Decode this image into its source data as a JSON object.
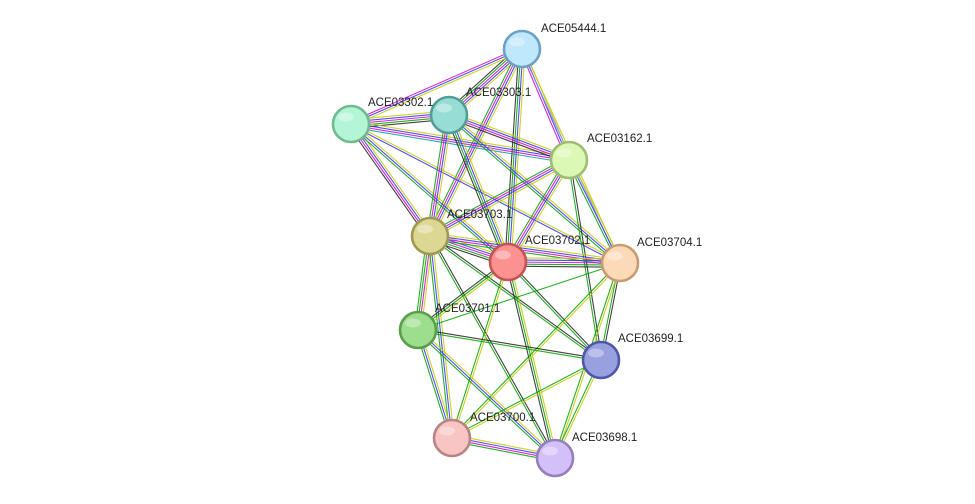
{
  "network": {
    "nodes": [
      {
        "id": "ACE05444.1",
        "label": "ACE05444.1",
        "fill": "#bfe8fb",
        "stroke": "#6e9fc4"
      },
      {
        "id": "ACE03302.1",
        "label": "ACE03302.1",
        "fill": "#b3f5d4",
        "stroke": "#6fba91"
      },
      {
        "id": "ACE03303.1",
        "label": "ACE03303.1",
        "fill": "#98ddd5",
        "stroke": "#4f9f97"
      },
      {
        "id": "ACE03162.1",
        "label": "ACE03162.1",
        "fill": "#dcf8b5",
        "stroke": "#9ebd72"
      },
      {
        "id": "ACE03703.1",
        "label": "ACE03703.1",
        "fill": "#dcd894",
        "stroke": "#9e9a52"
      },
      {
        "id": "ACE03702.1",
        "label": "ACE03702.1",
        "fill": "#fc9191",
        "stroke": "#c45353"
      },
      {
        "id": "ACE03704.1",
        "label": "ACE03704.1",
        "fill": "#fcdab8",
        "stroke": "#c79c72"
      },
      {
        "id": "ACE03701.1",
        "label": "ACE03701.1",
        "fill": "#9cde8e",
        "stroke": "#5a9e4c"
      },
      {
        "id": "ACE03699.1",
        "label": "ACE03699.1",
        "fill": "#98a0e0",
        "stroke": "#4f58a8"
      },
      {
        "id": "ACE03700.1",
        "label": "ACE03700.1",
        "fill": "#f8c4c4",
        "stroke": "#b98484"
      },
      {
        "id": "ACE03698.1",
        "label": "ACE03698.1",
        "fill": "#d4c0f8",
        "stroke": "#937fbd"
      }
    ],
    "edges": [
      {
        "source": "ACE05444.1",
        "target": "ACE03303.1",
        "colors": [
          "#c8c800",
          "#3030ff",
          "#d000d0",
          "#00a000",
          "#202020"
        ]
      },
      {
        "source": "ACE05444.1",
        "target": "ACE03302.1",
        "colors": [
          "#c8c800",
          "#3030ff",
          "#d000d0"
        ]
      },
      {
        "source": "ACE05444.1",
        "target": "ACE03703.1",
        "colors": [
          "#c8c800",
          "#3030ff",
          "#d000d0",
          "#00a000"
        ]
      },
      {
        "source": "ACE05444.1",
        "target": "ACE03702.1",
        "colors": [
          "#c8c800",
          "#3030ff",
          "#00a000",
          "#202020"
        ]
      },
      {
        "source": "ACE05444.1",
        "target": "ACE03162.1",
        "colors": [
          "#c8c800",
          "#3030ff",
          "#d000d0"
        ]
      },
      {
        "source": "ACE05444.1",
        "target": "ACE03704.1",
        "colors": [
          "#c8c800",
          "#8090ff"
        ]
      },
      {
        "source": "ACE03302.1",
        "target": "ACE03303.1",
        "colors": [
          "#c8c800",
          "#3030ff",
          "#d000d0",
          "#00a000",
          "#202020"
        ]
      },
      {
        "source": "ACE03302.1",
        "target": "ACE03162.1",
        "colors": [
          "#c8c800",
          "#3030ff",
          "#d000d0",
          "#00a0a0"
        ]
      },
      {
        "source": "ACE03302.1",
        "target": "ACE03703.1",
        "colors": [
          "#c8c800",
          "#3030ff",
          "#d000d0",
          "#202020"
        ]
      },
      {
        "source": "ACE03302.1",
        "target": "ACE03702.1",
        "colors": [
          "#c8c800",
          "#3030ff",
          "#00a000"
        ]
      },
      {
        "source": "ACE03302.1",
        "target": "ACE03704.1",
        "colors": [
          "#c8c800",
          "#3030ff"
        ]
      },
      {
        "source": "ACE03303.1",
        "target": "ACE03162.1",
        "colors": [
          "#c8c800",
          "#3030ff",
          "#d000d0",
          "#202020"
        ]
      },
      {
        "source": "ACE03303.1",
        "target": "ACE03703.1",
        "colors": [
          "#c8c800",
          "#3030ff",
          "#d000d0",
          "#00a000"
        ]
      },
      {
        "source": "ACE03303.1",
        "target": "ACE03702.1",
        "colors": [
          "#c8c800",
          "#3030ff",
          "#00a000",
          "#202020"
        ]
      },
      {
        "source": "ACE03303.1",
        "target": "ACE03704.1",
        "colors": [
          "#c8c800",
          "#3030ff",
          "#00a000"
        ]
      },
      {
        "source": "ACE03162.1",
        "target": "ACE03703.1",
        "colors": [
          "#c8c800",
          "#3030ff",
          "#d000d0",
          "#00a000"
        ]
      },
      {
        "source": "ACE03162.1",
        "target": "ACE03702.1",
        "colors": [
          "#c8c800",
          "#3030ff",
          "#d000d0",
          "#00a000"
        ]
      },
      {
        "source": "ACE03162.1",
        "target": "ACE03704.1",
        "colors": [
          "#c8c800",
          "#3030ff",
          "#00a000"
        ]
      },
      {
        "source": "ACE03162.1",
        "target": "ACE03699.1",
        "colors": [
          "#202020",
          "#00a000"
        ]
      },
      {
        "source": "ACE03703.1",
        "target": "ACE03702.1",
        "colors": [
          "#c8c800",
          "#3030ff",
          "#d000d0",
          "#00a000",
          "#202020"
        ]
      },
      {
        "source": "ACE03703.1",
        "target": "ACE03704.1",
        "colors": [
          "#c8c800",
          "#3030ff",
          "#d000d0",
          "#00a000"
        ]
      },
      {
        "source": "ACE03703.1",
        "target": "ACE03701.1",
        "colors": [
          "#c8c800",
          "#d000d0",
          "#00a000",
          "#00a000"
        ]
      },
      {
        "source": "ACE03703.1",
        "target": "ACE03699.1",
        "colors": [
          "#202020",
          "#00a000"
        ]
      },
      {
        "source": "ACE03703.1",
        "target": "ACE03700.1",
        "colors": [
          "#c8c800",
          "#3030ff",
          "#00a000"
        ]
      },
      {
        "source": "ACE03703.1",
        "target": "ACE03698.1",
        "colors": [
          "#202020",
          "#00a000"
        ]
      },
      {
        "source": "ACE03702.1",
        "target": "ACE03704.1",
        "colors": [
          "#c8c800",
          "#3030ff",
          "#d000d0",
          "#00a000",
          "#202020"
        ]
      },
      {
        "source": "ACE03702.1",
        "target": "ACE03701.1",
        "colors": [
          "#c8c800",
          "#00a000",
          "#202020"
        ]
      },
      {
        "source": "ACE03702.1",
        "target": "ACE03699.1",
        "colors": [
          "#202020",
          "#00a000"
        ]
      },
      {
        "source": "ACE03702.1",
        "target": "ACE03700.1",
        "colors": [
          "#c8c800",
          "#00a000"
        ]
      },
      {
        "source": "ACE03702.1",
        "target": "ACE03698.1",
        "colors": [
          "#c8c800",
          "#00a000",
          "#202020"
        ]
      },
      {
        "source": "ACE03704.1",
        "target": "ACE03699.1",
        "colors": [
          "#202020",
          "#00a000"
        ]
      },
      {
        "source": "ACE03704.1",
        "target": "ACE03701.1",
        "colors": [
          "#00a000"
        ]
      },
      {
        "source": "ACE03704.1",
        "target": "ACE03700.1",
        "colors": [
          "#c8c800",
          "#00a000"
        ]
      },
      {
        "source": "ACE03704.1",
        "target": "ACE03698.1",
        "colors": [
          "#c8c800",
          "#00a000"
        ]
      },
      {
        "source": "ACE03701.1",
        "target": "ACE03699.1",
        "colors": [
          "#202020",
          "#00a000"
        ]
      },
      {
        "source": "ACE03701.1",
        "target": "ACE03700.1",
        "colors": [
          "#c8c800",
          "#3030ff",
          "#00a000"
        ]
      },
      {
        "source": "ACE03701.1",
        "target": "ACE03698.1",
        "colors": [
          "#c8c800",
          "#3030ff",
          "#00a000"
        ]
      },
      {
        "source": "ACE03699.1",
        "target": "ACE03700.1",
        "colors": [
          "#c8c800",
          "#00a000"
        ]
      },
      {
        "source": "ACE03699.1",
        "target": "ACE03698.1",
        "colors": [
          "#c8c800",
          "#00a000"
        ]
      },
      {
        "source": "ACE03700.1",
        "target": "ACE03698.1",
        "colors": [
          "#c8c800",
          "#3030ff",
          "#d000d0",
          "#00a000"
        ]
      }
    ]
  }
}
